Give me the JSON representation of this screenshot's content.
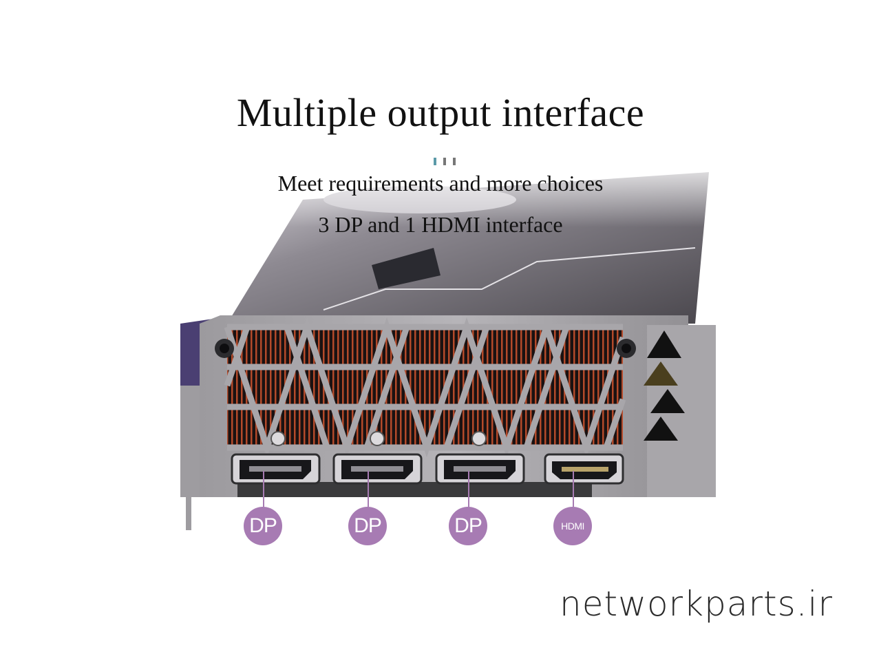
{
  "heading": {
    "title": "Multiple output interface",
    "line1": "Meet requirements and more choices",
    "line2": "3 DP and 1 HDMI interface"
  },
  "ports": [
    {
      "label": "DP",
      "kind": "dp"
    },
    {
      "label": "DP",
      "kind": "dp"
    },
    {
      "label": "DP",
      "kind": "dp"
    },
    {
      "label": "HDMI",
      "kind": "hdmi"
    }
  ],
  "watermark": "networkparts.ir",
  "colors": {
    "badge": "#a77bb3",
    "divider": [
      "#5b9aa8",
      "#777777",
      "#777777"
    ],
    "bracket": "#8a8a8c",
    "shroud": "#5c5a60",
    "fins": "#b44a2a"
  }
}
